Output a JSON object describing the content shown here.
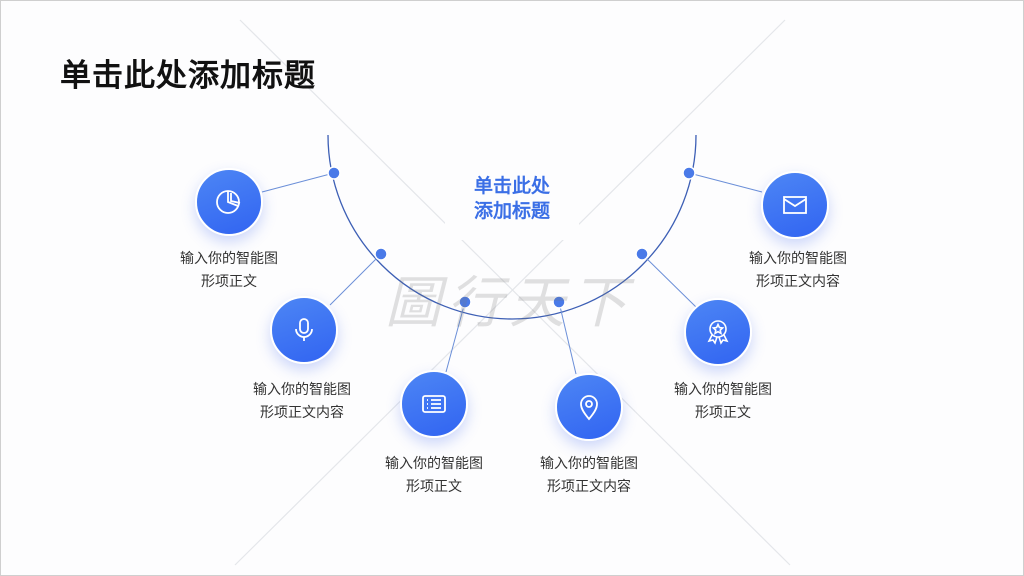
{
  "title": "单击此处添加标题",
  "center_title": {
    "line1": "单击此处",
    "line2": "添加标题"
  },
  "watermark": "图行天下",
  "accent": "#3b6fe6",
  "items": [
    {
      "icon": "pie-chart-icon",
      "line1": "输入你的智能图",
      "line2": "形项正文"
    },
    {
      "icon": "microphone-icon",
      "line1": "输入你的智能图",
      "line2": "形项正文内容"
    },
    {
      "icon": "list-icon",
      "line1": "输入你的智能图",
      "line2": "形项正文"
    },
    {
      "icon": "location-pin-icon",
      "line1": "输入你的智能图",
      "line2": "形项正文内容"
    },
    {
      "icon": "award-badge-icon",
      "line1": "输入你的智能图",
      "line2": "形项正文"
    },
    {
      "icon": "envelope-icon",
      "line1": "输入你的智能图",
      "line2": "形项正文内容"
    }
  ]
}
